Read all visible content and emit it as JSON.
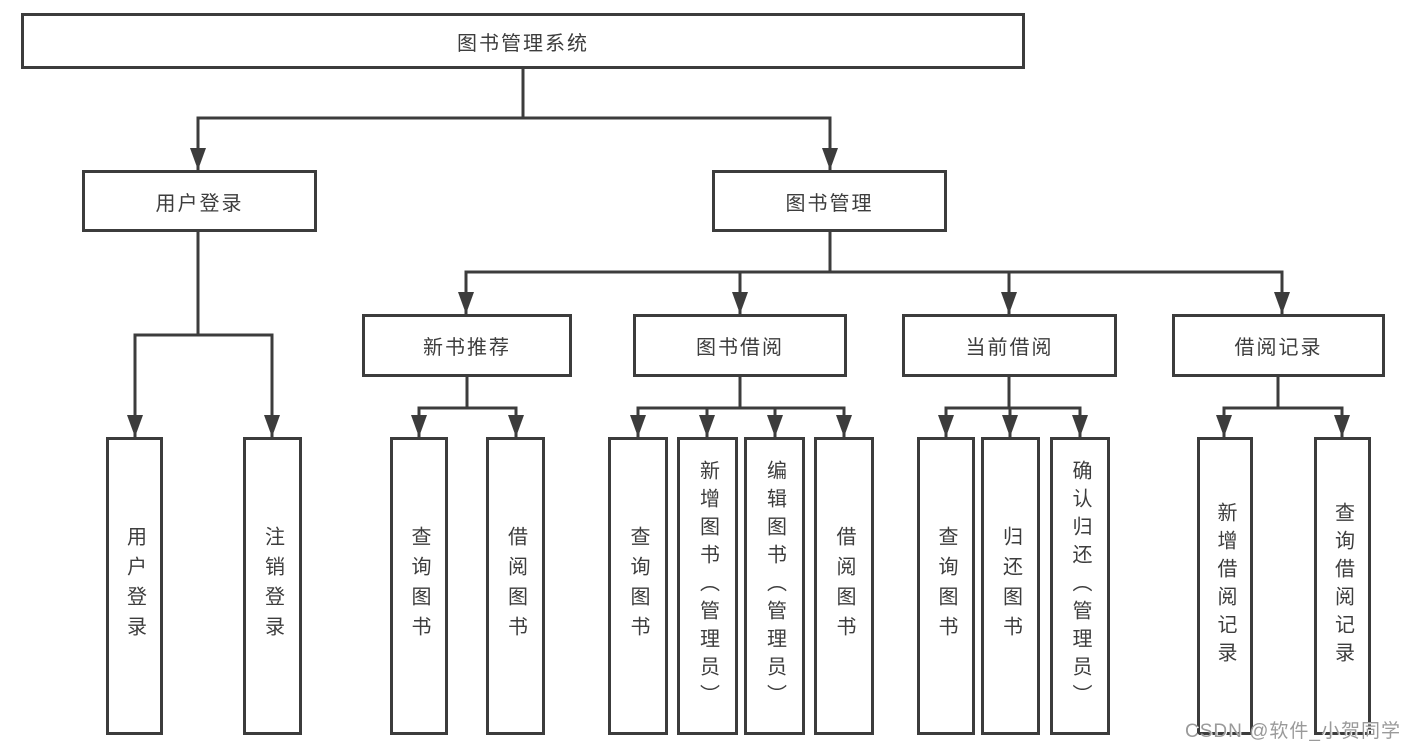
{
  "tree": {
    "root": {
      "label": "图书管理系统",
      "children": [
        {
          "label": "用户登录",
          "children": [
            {
              "label": "用户登录"
            },
            {
              "label": "注销登录"
            }
          ]
        },
        {
          "label": "图书管理",
          "children": [
            {
              "label": "新书推荐",
              "children": [
                {
                  "label": "查询图书"
                },
                {
                  "label": "借阅图书"
                }
              ]
            },
            {
              "label": "图书借阅",
              "children": [
                {
                  "label": "查询图书"
                },
                {
                  "label": "新增图书（管理员）"
                },
                {
                  "label": "编辑图书（管理员）"
                },
                {
                  "label": "借阅图书"
                }
              ]
            },
            {
              "label": "当前借阅",
              "children": [
                {
                  "label": "查询图书"
                },
                {
                  "label": "归还图书"
                },
                {
                  "label": "确认归还（管理员）"
                }
              ]
            },
            {
              "label": "借阅记录",
              "children": [
                {
                  "label": "新增借阅记录"
                },
                {
                  "label": "查询借阅记录"
                }
              ]
            }
          ]
        }
      ]
    }
  },
  "watermark": {
    "text": "CSDN @软件_小贺同学"
  },
  "colors": {
    "line": "#3c3c3c",
    "box_border": "#3c3c3c",
    "text": "#3d3d3d",
    "background": "#ffffff",
    "watermark_text": "#9a9a9a"
  }
}
